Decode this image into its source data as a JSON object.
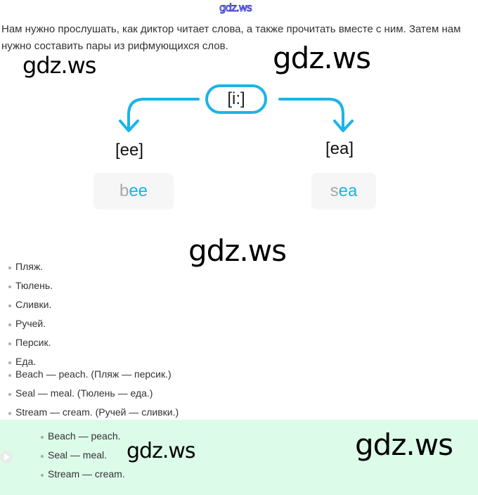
{
  "watermark": "gdz.ws",
  "intro": "Нам нужно прослушать, как диктор читает слова, а также прочитать вместе с ним. Затем нам нужно составить пары из рифмующихся слов.",
  "diagram": {
    "sound": "[i:]",
    "left": {
      "spelling": "[ee]",
      "word_prefix": "b",
      "word_highlight": "ee"
    },
    "right": {
      "spelling": "[ea]",
      "word_prefix": "s",
      "word_highlight": "ea"
    },
    "accent": "#1ab4e8"
  },
  "translations": [
    "Пляж.",
    "Тюлень.",
    "Сливки.",
    "Ручей.",
    "Персик.",
    "Еда."
  ],
  "pairs": [
    "Beach — peach. (Пляж — персик.)",
    "Seal — meal. (Тюлень — еда.)",
    "Stream — cream. (Ручей — сливки.)"
  ],
  "answer_pairs": [
    "Beach — peach.",
    "Seal — meal.",
    "Stream — cream."
  ]
}
